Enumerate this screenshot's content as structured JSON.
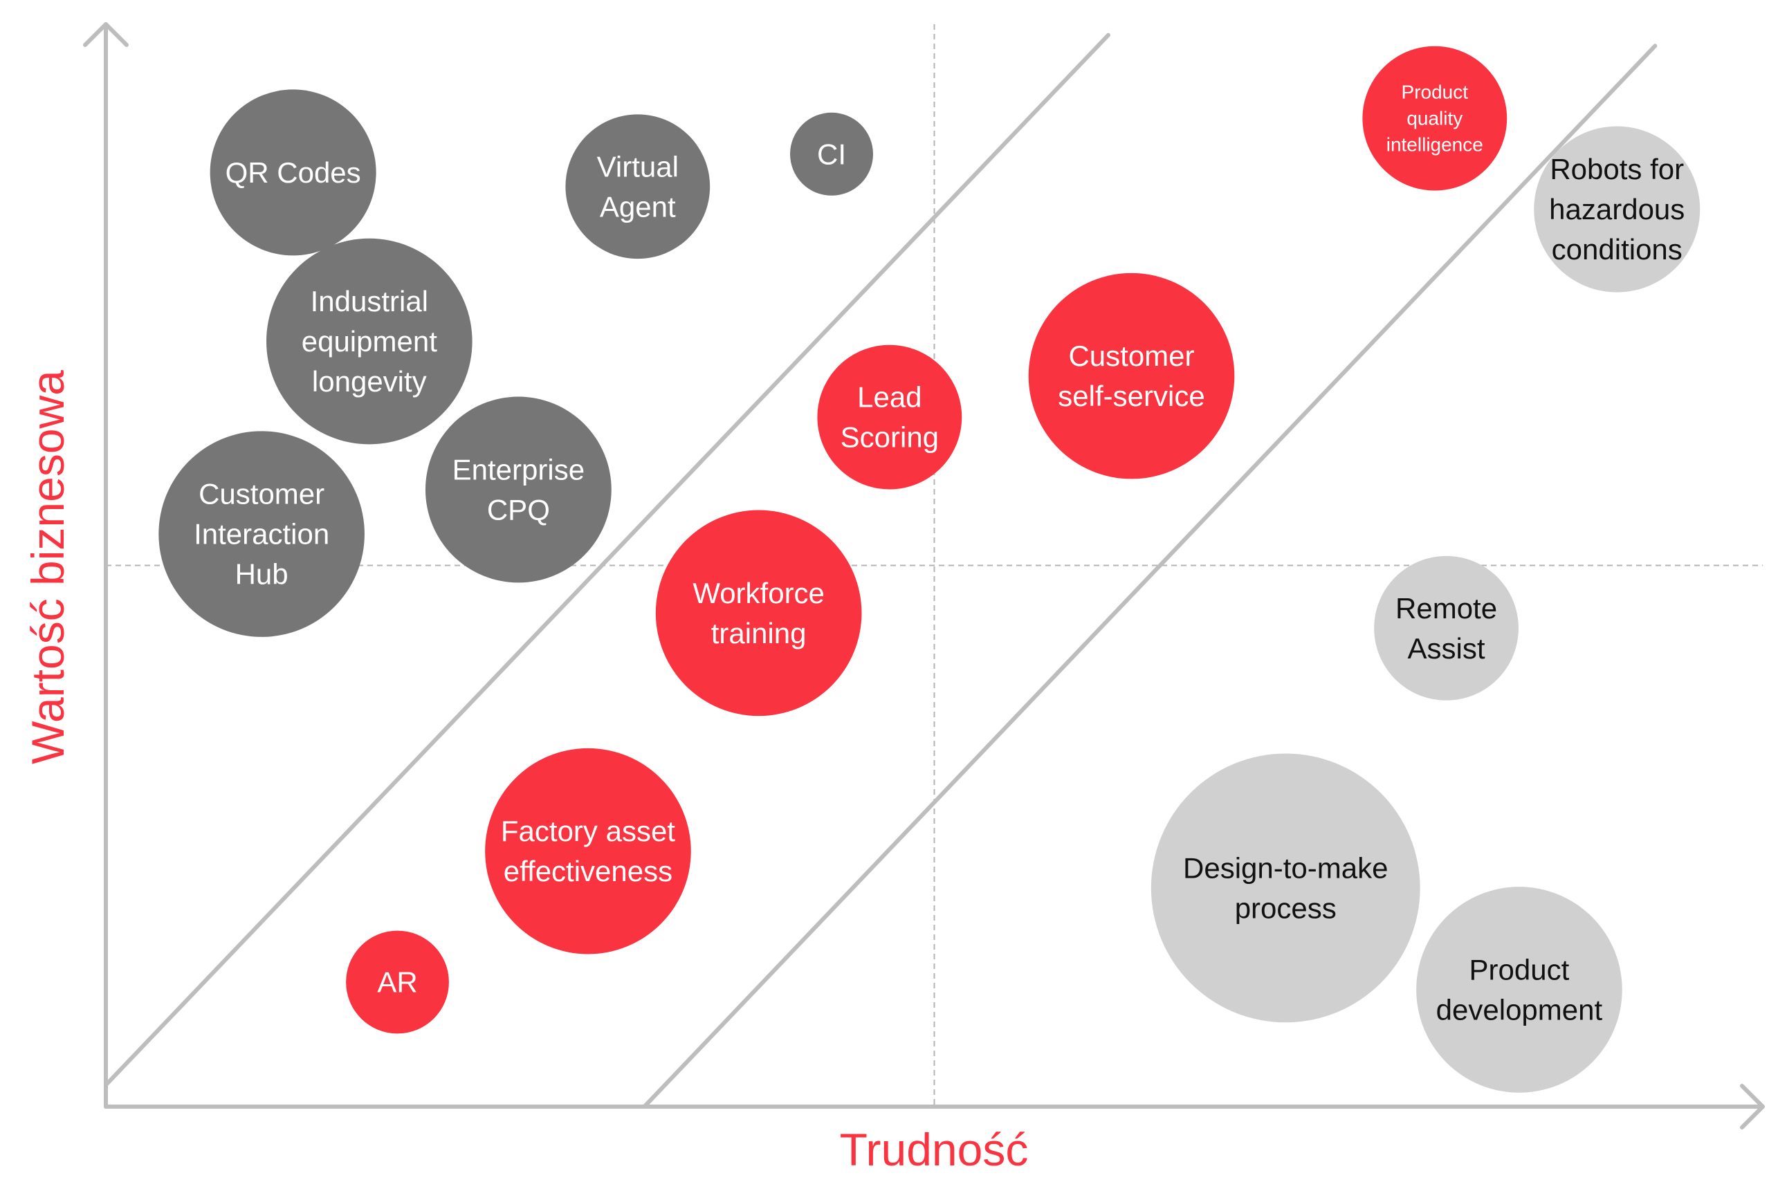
{
  "chart_data": {
    "type": "bubble",
    "title": "",
    "xlabel": "Trudność",
    "ylabel": "Wartość biznesowa",
    "xlim": [
      0,
      100
    ],
    "ylim": [
      0,
      100
    ],
    "grid": false,
    "reference_lines": {
      "x": 50,
      "y": 50
    },
    "diagonals": [
      {
        "x0": 0,
        "y0": 2,
        "x1": 60.5,
        "y1": 99
      },
      {
        "x0": 32.5,
        "y0": 0,
        "x1": 93.5,
        "y1": 98
      }
    ],
    "colors": {
      "highlight": "#f9333f",
      "dark": "#767676",
      "light": "#d0d0d0",
      "axis": "#bdbdbd",
      "text_dark": "#111111",
      "text_light": "#ffffff"
    },
    "bubbles": [
      {
        "label": [
          "QR Codes"
        ],
        "x": 11.3,
        "y": 86.3,
        "size": 10,
        "group": "dark"
      },
      {
        "label": [
          "Virtual",
          "Agent"
        ],
        "x": 32.1,
        "y": 85.0,
        "size": 8.7,
        "group": "dark"
      },
      {
        "label": [
          "CI"
        ],
        "x": 43.8,
        "y": 88.0,
        "size": 5,
        "group": "dark"
      },
      {
        "label": [
          "Industrial",
          "equipment",
          "longevity"
        ],
        "x": 15.9,
        "y": 70.7,
        "size": 12.4,
        "group": "dark"
      },
      {
        "label": [
          "Enterprise",
          "CPQ"
        ],
        "x": 24.9,
        "y": 57.0,
        "size": 11.2,
        "group": "dark"
      },
      {
        "label": [
          "Customer",
          "Interaction",
          "Hub"
        ],
        "x": 9.4,
        "y": 52.9,
        "size": 12.4,
        "group": "dark"
      },
      {
        "label": [
          "Lead",
          "Scoring"
        ],
        "x": 47.3,
        "y": 63.7,
        "size": 8.7,
        "group": "highlight"
      },
      {
        "label": [
          "Customer",
          "self-service"
        ],
        "x": 61.9,
        "y": 67.5,
        "size": 12.4,
        "group": "highlight"
      },
      {
        "label": [
          "Workforce",
          "training"
        ],
        "x": 39.4,
        "y": 45.6,
        "size": 12.4,
        "group": "highlight"
      },
      {
        "label": [
          "Factory asset",
          "effectiveness"
        ],
        "x": 29.1,
        "y": 23.6,
        "size": 12.4,
        "group": "highlight"
      },
      {
        "label": [
          "AR"
        ],
        "x": 17.6,
        "y": 11.5,
        "size": 6.2,
        "group": "highlight"
      },
      {
        "label": [
          "Product",
          "quality",
          "intelligence"
        ],
        "x": 80.2,
        "y": 91.3,
        "size": 8.7,
        "group": "highlight"
      },
      {
        "label": [
          "Robots for",
          "hazardous",
          "conditions"
        ],
        "x": 91.2,
        "y": 82.9,
        "size": 10,
        "group": "light"
      },
      {
        "label": [
          "Remote",
          "Assist"
        ],
        "x": 80.9,
        "y": 44.2,
        "size": 8.7,
        "group": "light"
      },
      {
        "label": [
          "Design-to-make",
          "process"
        ],
        "x": 71.2,
        "y": 20.2,
        "size": 16.2,
        "group": "light"
      },
      {
        "label": [
          "Product",
          "development"
        ],
        "x": 85.3,
        "y": 10.8,
        "size": 12.4,
        "group": "light"
      }
    ]
  }
}
